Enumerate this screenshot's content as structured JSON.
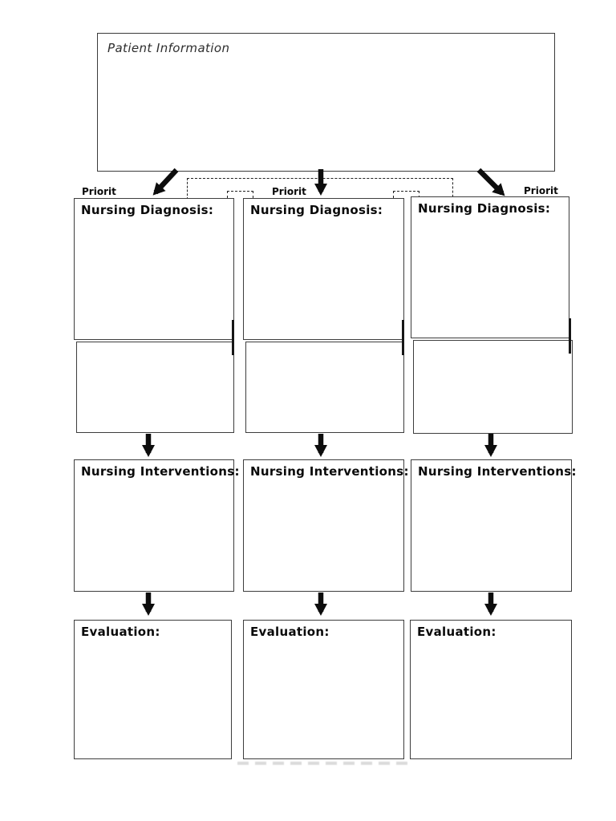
{
  "page": {
    "background": "#ffffff",
    "ink": "#111111",
    "border_color": "#3d3d3d"
  },
  "patient_box": {
    "label": "Patient Information"
  },
  "columns": [
    {
      "priority_label": "Priorit",
      "diagnosis_label": "Nursing Diagnosis:",
      "interventions_label": "Nursing Interventions:",
      "evaluation_label": "Evaluation:"
    },
    {
      "priority_label": "Priorit",
      "diagnosis_label": "Nursing Diagnosis:",
      "interventions_label": "Nursing Interventions:",
      "evaluation_label": "Evaluation:"
    },
    {
      "priority_label": "Priorit",
      "diagnosis_label": "Nursing Diagnosis:",
      "interventions_label": "Nursing Interventions:",
      "evaluation_label": "Evaluation:"
    }
  ]
}
